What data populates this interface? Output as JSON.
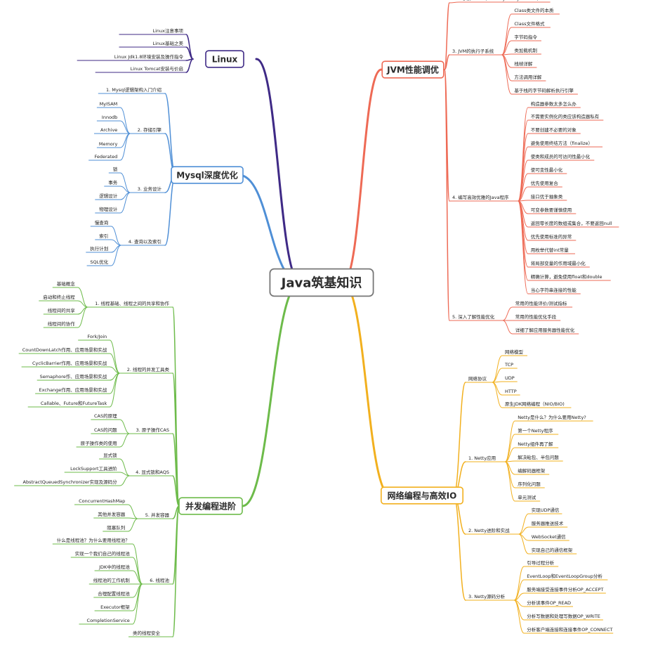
{
  "center": {
    "label": "Java筑基知识"
  },
  "branches": [
    {
      "key": "linux",
      "label": "Linux",
      "color": "#3f2a86",
      "children": [
        {
          "label": "Linux注意事项"
        },
        {
          "label": "Linux基础之美"
        },
        {
          "label": "Linux Jdk1.8环境安装及操作指令"
        },
        {
          "label": "Linux Tomcat安装与价启"
        }
      ]
    },
    {
      "key": "mysql",
      "label": "Mysql深度优化",
      "color": "#4f8fd6",
      "children": [
        {
          "label": "1. Mysql逻辑架构入门介绍"
        },
        {
          "label": "2. 存储引擎",
          "children": [
            "MyISAM",
            "Innodb",
            "Archive",
            "Memory",
            "Federated"
          ]
        },
        {
          "label": "3. 业务设计",
          "children": [
            "锁",
            "事务",
            "逻辑设计",
            "物理设计"
          ]
        },
        {
          "label": "4. 查询以及索引",
          "children": [
            "慢查询",
            "索引",
            "执行计划",
            "SQL优化"
          ]
        }
      ]
    },
    {
      "key": "concurrency",
      "label": "并发编程进阶",
      "color": "#6dbb4a",
      "children": [
        {
          "label": "1. 线程基础、线程之间的共享和协作",
          "children": [
            "基础概念",
            "启动和终止线程",
            "线程间的共享",
            "线程间的协作"
          ]
        },
        {
          "label": "2. 线程的并发工具类",
          "children": [
            "Fork/Join",
            "CountDownLatch作用、应用场景和实战",
            "CyclicBarrier作用、应用场景和实战",
            "Semaphore作、应用场景和实战",
            "Exchange作用、应用场景和实战",
            "Callable、Future和FutureTask"
          ]
        },
        {
          "label": "3. 原子操作CAS",
          "children": [
            "CAS的原理",
            "CAS的问题",
            "原子操作类的使用"
          ]
        },
        {
          "label": "4. 显式锁和AQS",
          "children": [
            "显式锁",
            "LockSupport工具进阶",
            "AbstractQueuedSynchronizer实现及源码分"
          ]
        },
        {
          "label": "5. 并发容器",
          "children": [
            "ConcurrentHashMap",
            "其他并发容器",
            "阻塞队列"
          ]
        },
        {
          "label": "6. 线程池",
          "children": [
            "什么是线程池？为什么要用线程池？",
            "实现一个我们自己的线程池",
            "JDK中的线程池",
            "线程池的工作机制",
            "合理配置线程池",
            "Executor框架",
            "CompletionService"
          ]
        },
        {
          "label": "",
          "children": [
            "类的线程安全"
          ]
        }
      ]
    },
    {
      "key": "jvm",
      "label": "JVM性能调优",
      "color": "#ee6a55",
      "children": [
        {
          "label": "",
          "children": [
            "了解MAT （Memory Analyzer Tool）"
          ]
        },
        {
          "label": "3. JVM的执行子系统",
          "children": [
            "Class类文件的本质",
            "Class文件格式",
            "字节码指令",
            "类加载机制",
            "栈帧详解",
            "方法调用详解",
            "基于栈的字节码解析执行引擎"
          ]
        },
        {
          "label": "4. 编写高效优雅的Java程序",
          "children": [
            "构造器参数太多怎么办",
            "不需要实例化的类应该构造器私有",
            "不要创建不必要的对象",
            "避免使用终结方法（finalize）",
            "使类和成员的可访问性最小化",
            "使可变性最小化",
            "优先使用复合",
            "接口优于抽象类",
            "可变参数要谨慎使用",
            "返回零长度的数组或集合，不要返回null",
            "优先使用标准的异常",
            "用枚举代替int常量",
            "将局部变量的作用域最小化",
            "精确计算，避免使用float和double",
            "当心字符串连接的性能"
          ]
        },
        {
          "label": "5. 深入了解性能优化",
          "children": [
            "常用的性能评价/测试指标",
            "常用的性能优化手段",
            "详细了解应用服务器性能优化"
          ]
        }
      ]
    },
    {
      "key": "network",
      "label": "网络编程与高效IO",
      "color": "#f2b01e",
      "children": [
        {
          "label": "网络协议",
          "children": [
            "网络模型",
            "TCP",
            "UDP",
            "HTTP",
            "原生JDK网络编程（NIO/BIO)"
          ]
        },
        {
          "label": "1. Netty应用",
          "children": [
            "Netty是什么？为什么要用Netty?",
            "第一个Netty程序",
            "Netty组件再了解",
            "解决粘包、半包问题",
            "编解码器框架",
            "序列化问题",
            "单元测试"
          ]
        },
        {
          "label": "2. Netty进阶和实战",
          "children": [
            "实现UDP通信",
            "服务器推送技术",
            "WebSocket通信",
            "实现自己的通信框架"
          ]
        },
        {
          "label": "3. Netty源码分析",
          "children": [
            "引导过程分析",
            "EventLoop和EventLoopGroup分析",
            "服务端接受连接事件分析OP_ACCEPT",
            "分析读事件OP_READ",
            "分析写数据和处理写数据OP_WRITE",
            "分析客户端连接和连接事件OP_CONNECT"
          ]
        }
      ]
    }
  ]
}
